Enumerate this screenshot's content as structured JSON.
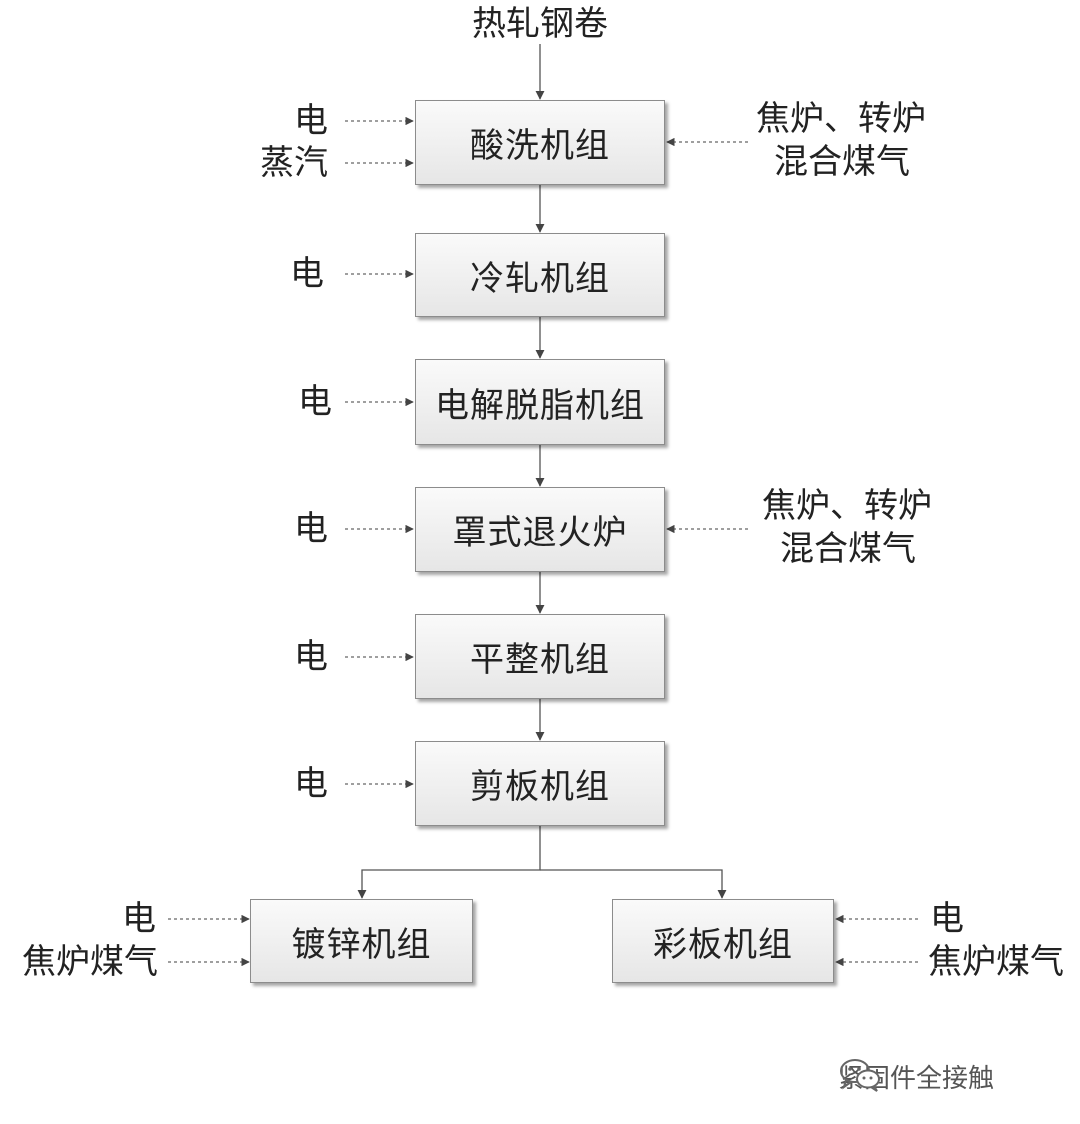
{
  "diagram": {
    "input": "热轧钢卷",
    "units": {
      "pickling": "酸洗机组",
      "cold_rolling": "冷轧机组",
      "degreasing": "电解脱脂机组",
      "annealing": "罩式退火炉",
      "leveling": "平整机组",
      "shearing": "剪板机组",
      "galvanizing": "镀锌机组",
      "color_coating": "彩板机组"
    },
    "energy": {
      "electricity": "电",
      "steam": "蒸汽",
      "mixed_gas_line1": "焦炉、转炉",
      "mixed_gas_line2": "混合煤气",
      "coke_oven_gas": "焦炉煤气"
    }
  },
  "watermark": {
    "text": "紧固件全接触",
    "icon": "wechat-icon"
  }
}
